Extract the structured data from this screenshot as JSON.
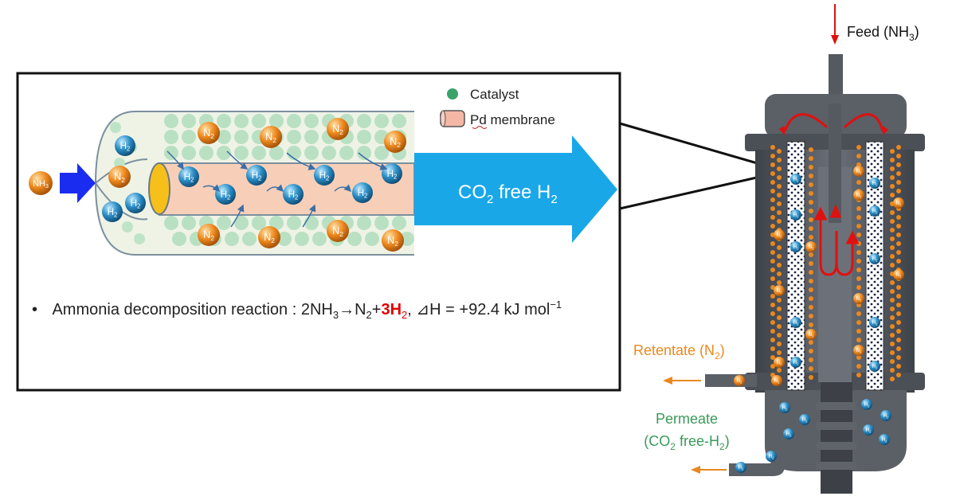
{
  "inset": {
    "legend": {
      "catalyst_label": "Catalyst",
      "membrane_label": "Pd membrane",
      "catalyst_color": "#3aa36a",
      "membrane_color": "#f4b7a6"
    },
    "feed_molecule": {
      "base": "NH",
      "sub": "3"
    },
    "arrow_text": {
      "prefix": "CO",
      "prefix_sub": "2",
      "middle": " free H",
      "suffix_sub": "2"
    },
    "reaction": {
      "bullet": "•",
      "lead": "Ammonia decomposition reaction : 2NH",
      "sub1": "3",
      "arrow_n": "→N",
      "sub2": "2",
      "plus": "+",
      "h2_red": "3H",
      "sub3": "2",
      "rest": ", ⊿H = +92.4 kJ mol",
      "sup": "−1"
    },
    "molecules": {
      "n2": {
        "base": "N",
        "sub": "2"
      },
      "h2": {
        "base": "H",
        "sub": "2"
      }
    }
  },
  "reactor": {
    "feed": {
      "text": "Feed (NH",
      "sub": "3",
      "close": ")"
    },
    "retentate": {
      "text": "Retentate (N",
      "sub": "2",
      "close": ")"
    },
    "permeate_line1": "Permeate",
    "permeate_line2": {
      "text": "(CO",
      "sub": "2",
      "mid": " free-H",
      "sub2": "2",
      "close": ")"
    }
  },
  "colors": {
    "h2": "#2a8ec6",
    "n2": "#e9881f",
    "blue_arrow": "#1a2cf0",
    "cyan_arrow": "#1aa7e8",
    "feed_arrow": "#e01010",
    "retentate_text": "#e9881f",
    "permeate_text": "#3a9a5a",
    "red_highlight": "#e00000",
    "reactor_body": "#5b5f66"
  }
}
